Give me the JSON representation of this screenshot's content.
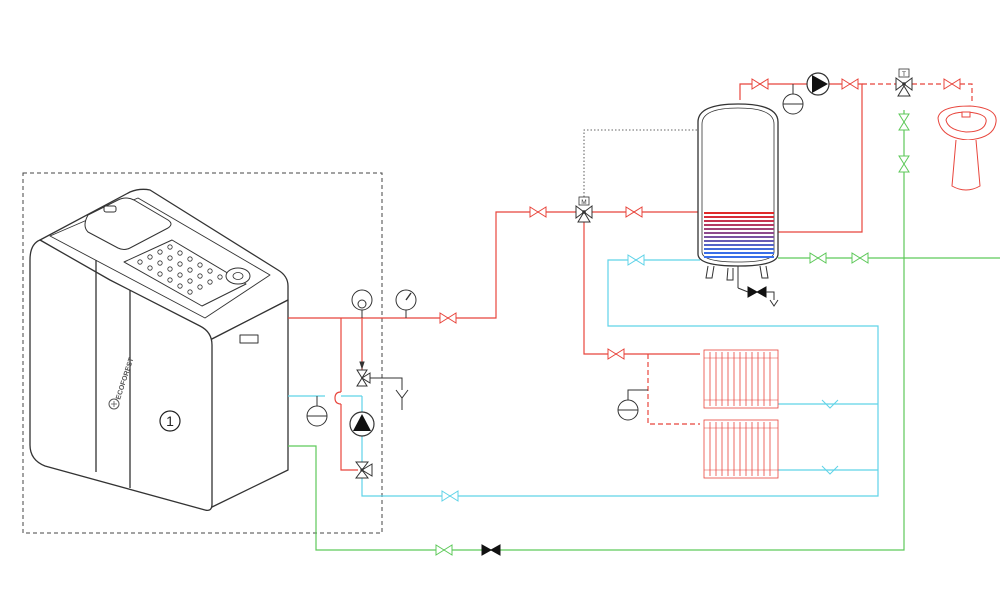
{
  "boiler": {
    "number": "1",
    "brand": "ECOFOREST"
  },
  "tank_valve_label": "M",
  "thermostatic_valve_label": "T",
  "colors": {
    "hot_supply": "#e8453c",
    "return": "#5fd3e8",
    "cold_water": "#5ec95a",
    "outline": "#333333",
    "coil_hot": "#e02a2a",
    "coil_cold": "#3a6ee8"
  }
}
